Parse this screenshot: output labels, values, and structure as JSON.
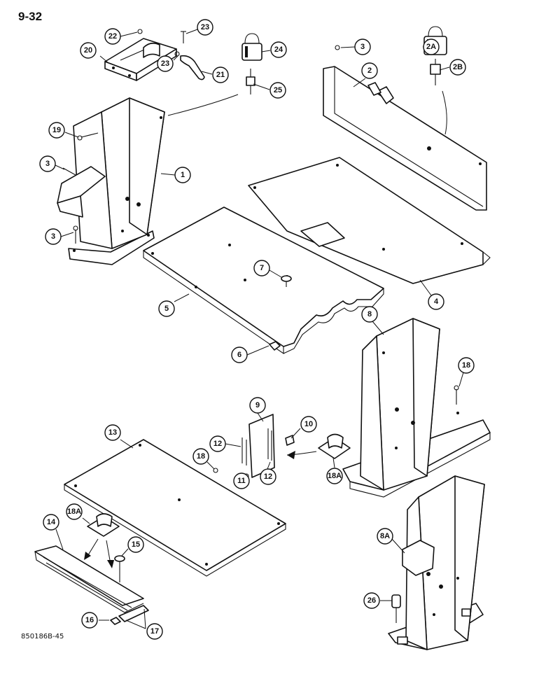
{
  "page_number": "9-32",
  "drawing_code": "850186B-45",
  "callouts": [
    {
      "id": "c1",
      "label": "1"
    },
    {
      "id": "c2",
      "label": "2"
    },
    {
      "id": "c3a",
      "label": "3"
    },
    {
      "id": "c3b",
      "label": "3"
    },
    {
      "id": "c3c",
      "label": "3"
    },
    {
      "id": "c4",
      "label": "4"
    },
    {
      "id": "c5",
      "label": "5"
    },
    {
      "id": "c6",
      "label": "6"
    },
    {
      "id": "c7",
      "label": "7"
    },
    {
      "id": "c8",
      "label": "8"
    },
    {
      "id": "c8a",
      "label": "8A"
    },
    {
      "id": "c9",
      "label": "9"
    },
    {
      "id": "c10",
      "label": "10"
    },
    {
      "id": "c11",
      "label": "11"
    },
    {
      "id": "c12a",
      "label": "12"
    },
    {
      "id": "c12b",
      "label": "12"
    },
    {
      "id": "c13",
      "label": "13"
    },
    {
      "id": "c14",
      "label": "14"
    },
    {
      "id": "c15",
      "label": "15"
    },
    {
      "id": "c16",
      "label": "16"
    },
    {
      "id": "c17",
      "label": "17"
    },
    {
      "id": "c18a",
      "label": "18"
    },
    {
      "id": "c18b",
      "label": "18"
    },
    {
      "id": "c18aa",
      "label": "18A"
    },
    {
      "id": "c18ab",
      "label": "18A"
    },
    {
      "id": "c19",
      "label": "19"
    },
    {
      "id": "c20",
      "label": "20"
    },
    {
      "id": "c21",
      "label": "21"
    },
    {
      "id": "c22",
      "label": "22"
    },
    {
      "id": "c23a",
      "label": "23"
    },
    {
      "id": "c23b",
      "label": "23"
    },
    {
      "id": "c24",
      "label": "24"
    },
    {
      "id": "c25",
      "label": "25"
    },
    {
      "id": "c26",
      "label": "26"
    },
    {
      "id": "c2a",
      "label": "2A"
    },
    {
      "id": "c2b",
      "label": "2B"
    }
  ]
}
